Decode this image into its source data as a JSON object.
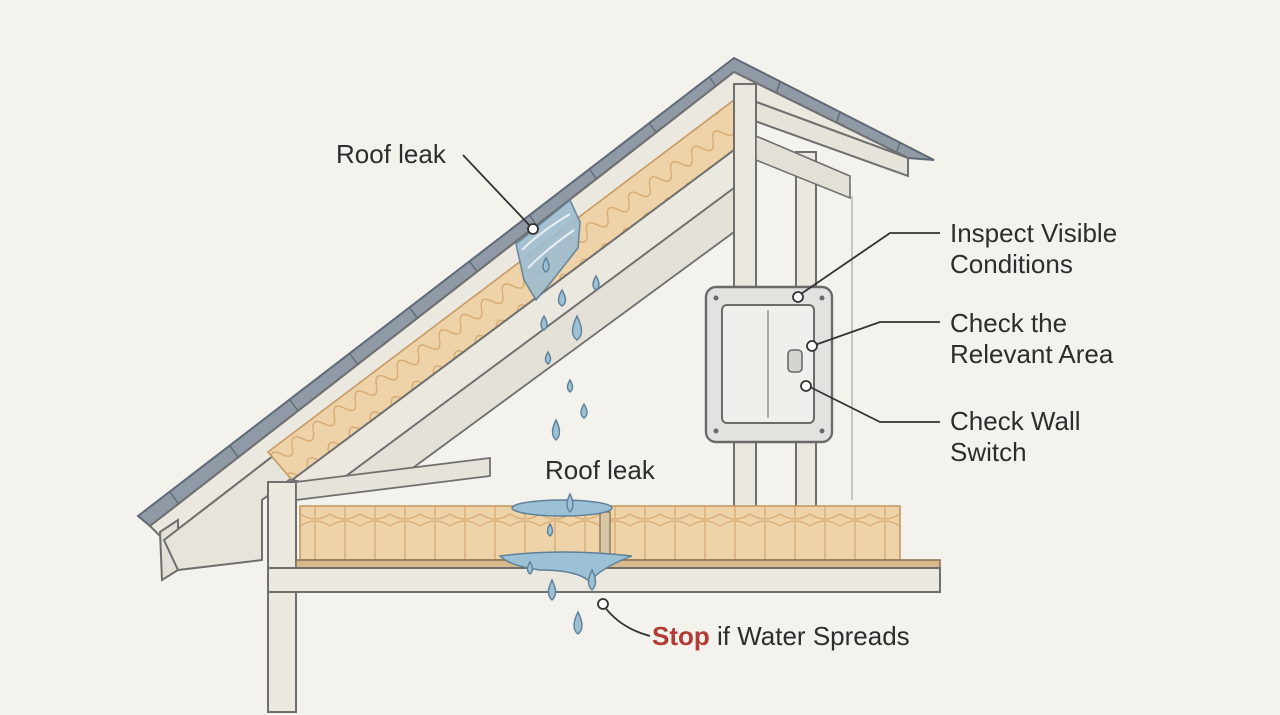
{
  "labels": {
    "roof_leak_upper": "Roof leak",
    "roof_leak_lower": "Roof leak",
    "inspect_line1": "Inspect Visible",
    "inspect_line2": "Conditions",
    "relevant_line1": "Check the",
    "relevant_line2": "Relevant Area",
    "switch_line1": "Check Wall",
    "switch_line2": "Switch",
    "stop_word": "Stop",
    "stop_rest": " if Water Spreads"
  },
  "icons": {
    "panel": "electrical-panel-icon",
    "drop": "water-drop-icon"
  },
  "colors": {
    "background": "#f4f2ec",
    "ink": "#2d2d2d",
    "stop": "#b23b35",
    "insulation": "#efd3a8",
    "water": "#8fb6cf",
    "shingle": "#7d8894"
  }
}
